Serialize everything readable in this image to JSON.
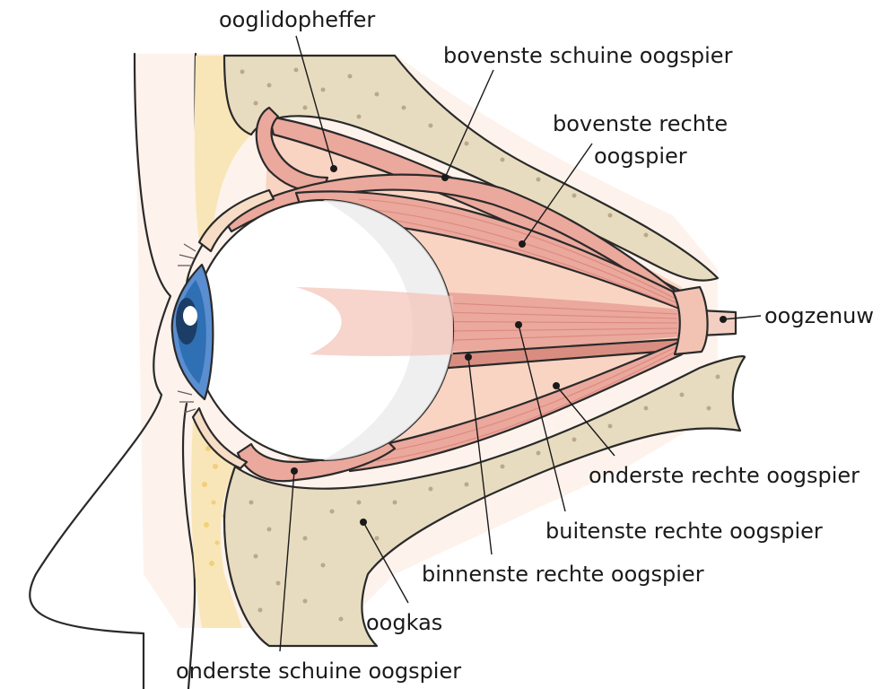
{
  "labels": {
    "ooglidopheffer": "ooglidopheffer",
    "bovenste_schuine": "bovenste schuine oogspier",
    "bovenste_rechte_1": "bovenste rechte",
    "bovenste_rechte_2": "oogspier",
    "oogzenuw": "oogzenuw",
    "onderste_rechte": "onderste rechte oogspier",
    "buitenste_rechte": "buitenste rechte oogspier",
    "binnenste_rechte": "binnenste rechte oogspier",
    "oogkas": "oogkas",
    "onderste_schuine": "onderste schuine oogspier"
  },
  "colors": {
    "bone": "#e8dcc0",
    "bone_dots": "#b9a98a",
    "fat": "#f9e6b8",
    "skin": "#f7dcc6",
    "muscle": "#eba89c",
    "muscle_light": "#f4c2b6",
    "sclera": "#ffffff",
    "iris": "#2f6fb3",
    "pupil": "#1b3d66",
    "nerve": "#f2cfc2"
  }
}
